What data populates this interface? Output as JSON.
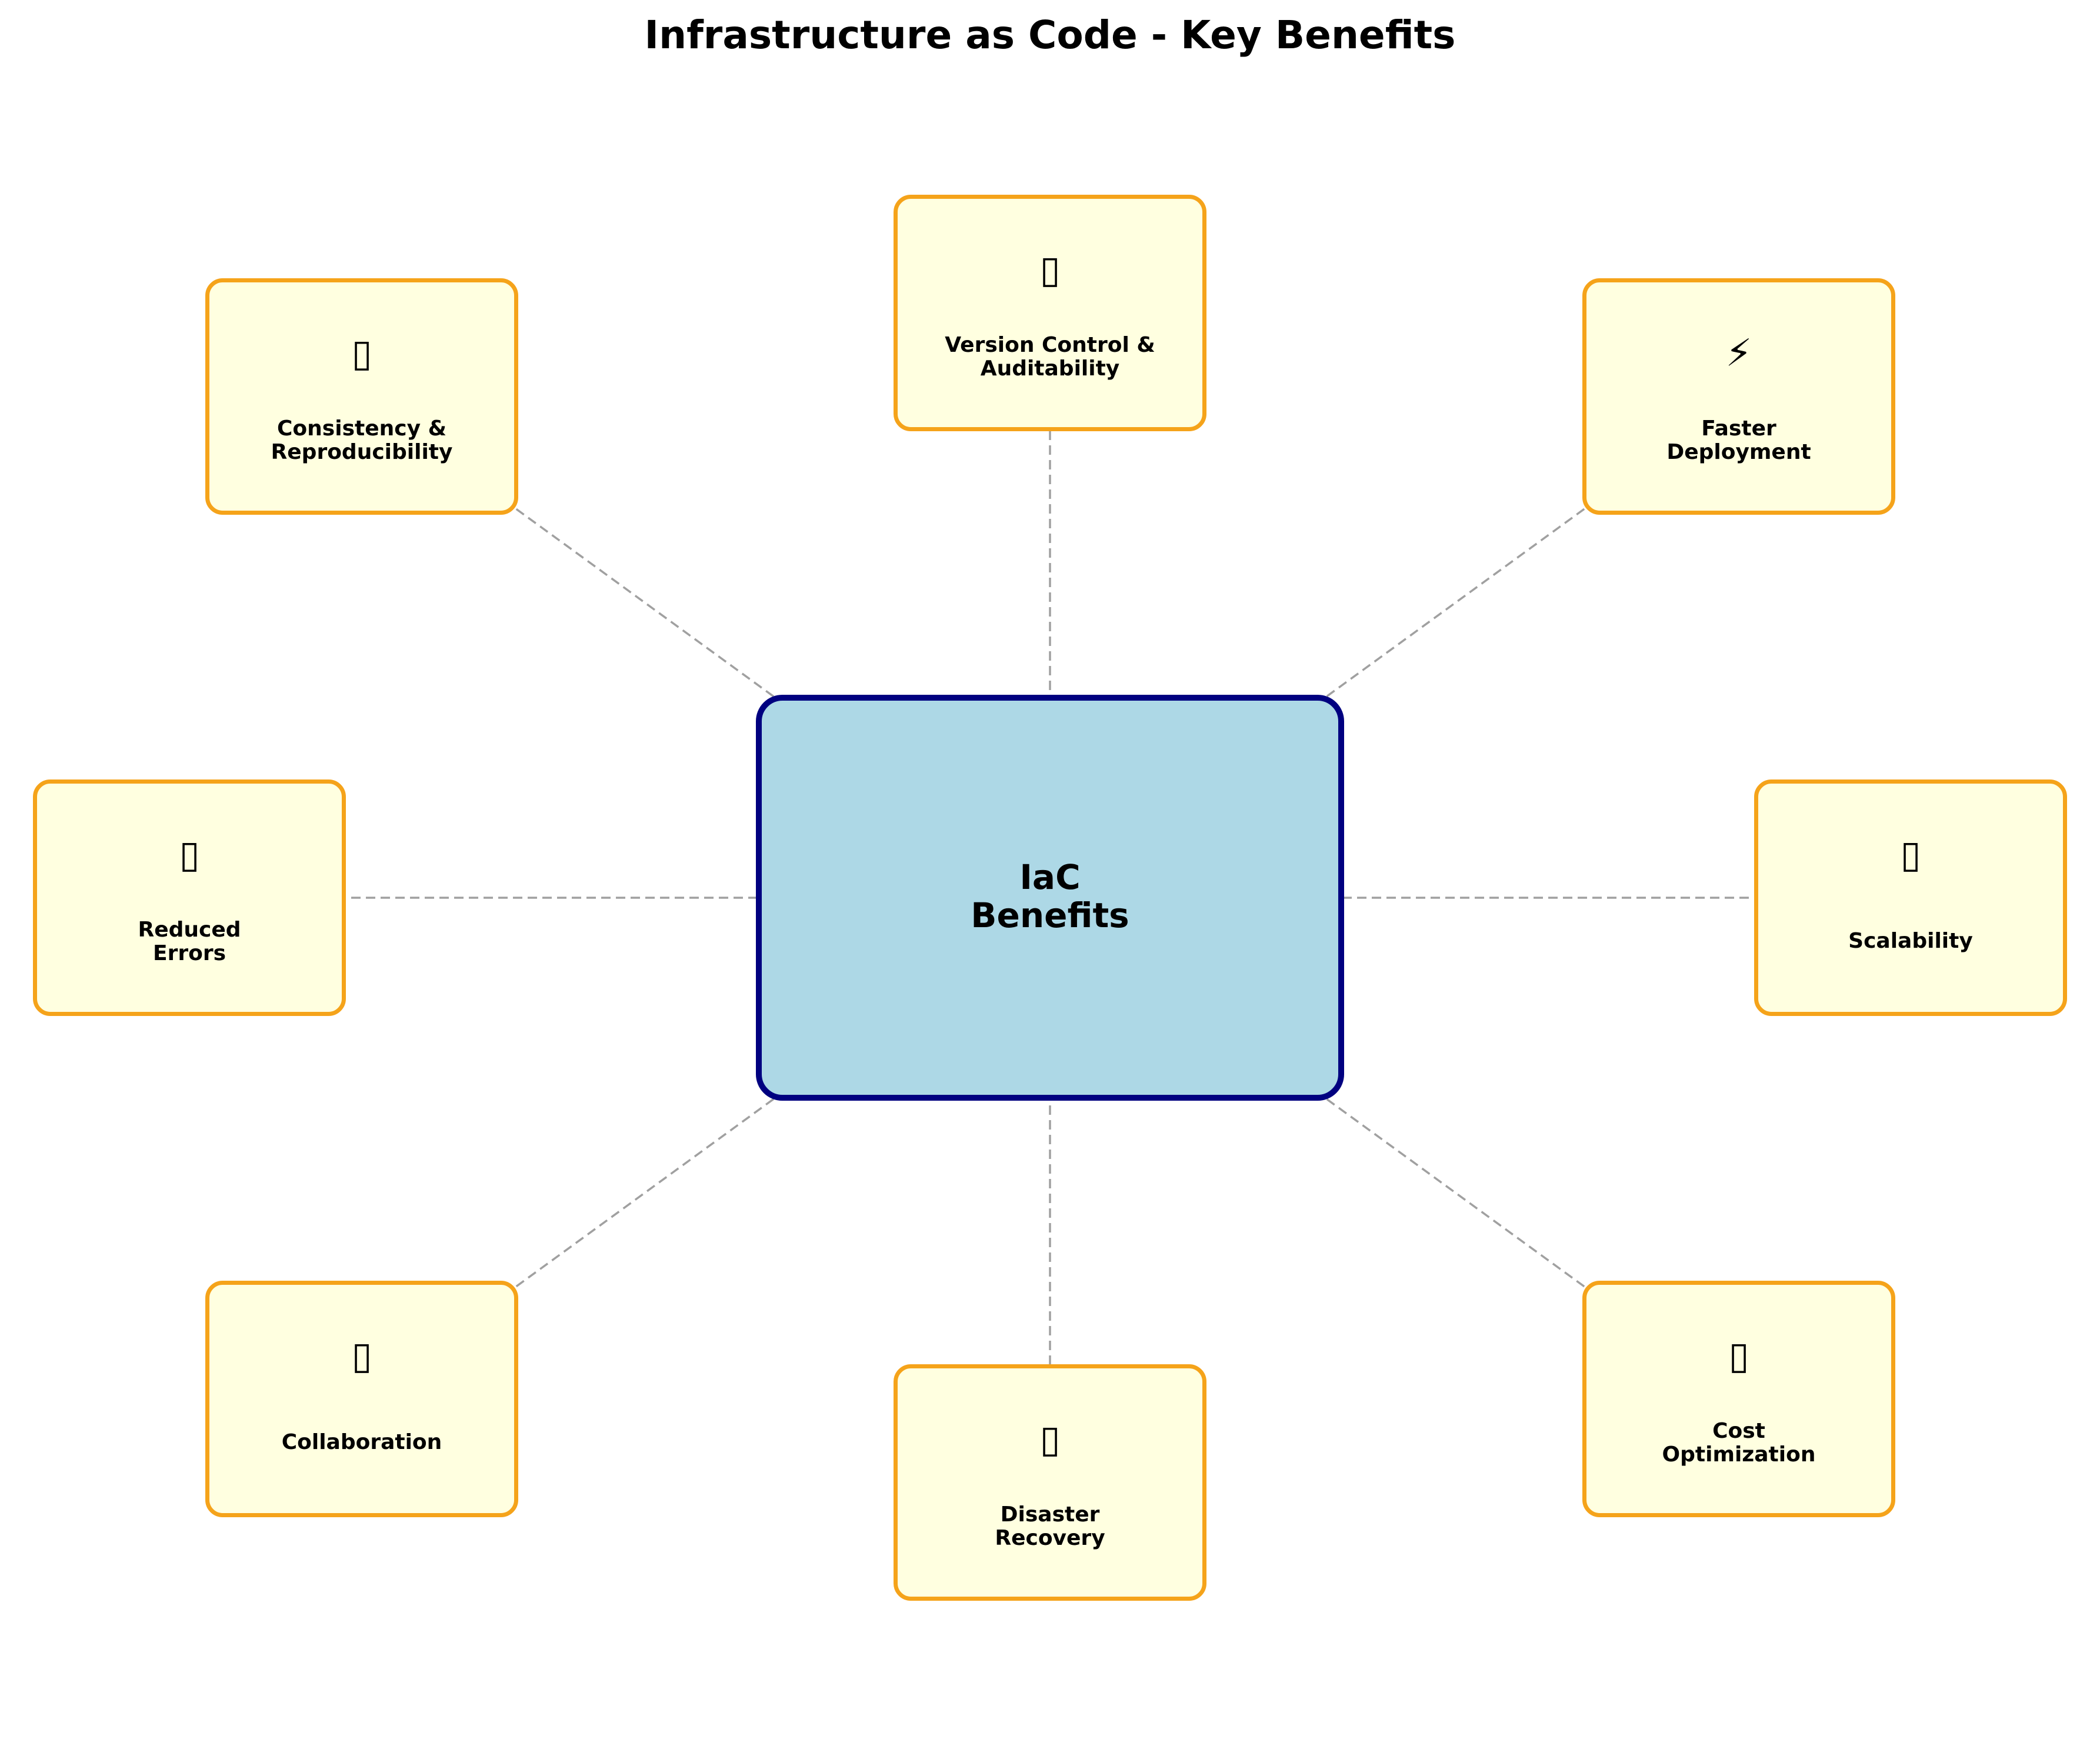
{
  "title": "Infrastructure as Code - Key Benefits",
  "colors": {
    "center_fill": "#add8e6",
    "center_border": "#000080",
    "node_fill": "#ffffe0",
    "node_border": "#f5a31a",
    "connector": "#a0a0a0"
  },
  "center": {
    "line1": "IaC",
    "line2": "Benefits"
  },
  "benefits": [
    {
      "id": "version-control",
      "icon": "scroll-icon",
      "glyph": "▯",
      "line1": "Version Control &",
      "line2": "Auditability"
    },
    {
      "id": "faster-deployment",
      "icon": "lightning-icon",
      "glyph": "⚡",
      "line1": "Faster",
      "line2": "Deployment"
    },
    {
      "id": "scalability",
      "icon": "chart-icon",
      "glyph": "▯",
      "line1": "Scalability",
      "line2": ""
    },
    {
      "id": "cost-optimization",
      "icon": "money-icon",
      "glyph": "▯",
      "line1": "Cost",
      "line2": "Optimization"
    },
    {
      "id": "disaster-recovery",
      "icon": "recovery-icon",
      "glyph": "▯",
      "line1": "Disaster",
      "line2": "Recovery"
    },
    {
      "id": "collaboration",
      "icon": "team-icon",
      "glyph": "▯",
      "line1": "Collaboration",
      "line2": ""
    },
    {
      "id": "reduced-errors",
      "icon": "check-icon",
      "glyph": "▯",
      "line1": "Reduced",
      "line2": "Errors"
    },
    {
      "id": "consistency",
      "icon": "repeat-icon",
      "glyph": "▯",
      "line1": "Consistency &",
      "line2": "Reproducibility"
    }
  ]
}
